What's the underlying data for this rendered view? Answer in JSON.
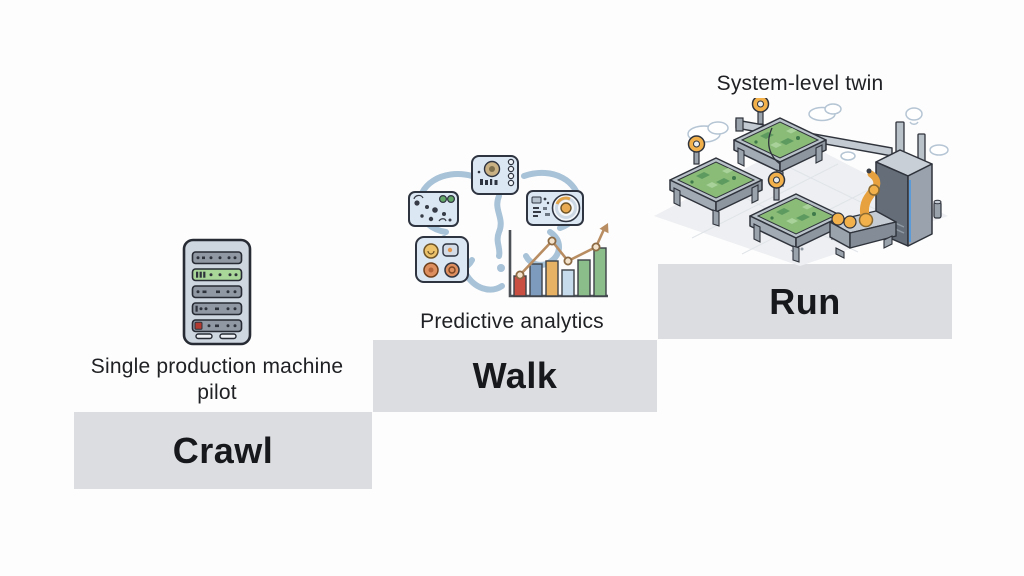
{
  "diagram": {
    "type": "maturity-staircase",
    "steps": [
      {
        "label": "Crawl",
        "caption": "Single production machine pilot",
        "illustration": "single-machine-control-panel"
      },
      {
        "label": "Walk",
        "caption": "Predictive analytics",
        "illustration": "brain-network-with-trend-chart"
      },
      {
        "label": "Run",
        "caption": "System-level twin",
        "illustration": "isometric-factory-line"
      }
    ],
    "colors": {
      "step_background": "#dcdde0",
      "step_label": "#17181b",
      "caption_text": "#202124",
      "page_background": "#fdfdfd",
      "brain_stroke": "#a8c2d7",
      "card_fill": "#dbe7f3",
      "card_border": "#2e3440",
      "robot_orange": "#f3b14c",
      "pcb_green": "#8abb77"
    },
    "mini_chart": {
      "type": "bar",
      "values": [
        20,
        32,
        35,
        26,
        36,
        48
      ],
      "bar_colors": [
        "#c94f43",
        "#7d9cbd",
        "#e8b264",
        "#c6dcec",
        "#8abd8a",
        "#8abd8a"
      ],
      "trend": "rising-line-with-arrow"
    }
  }
}
